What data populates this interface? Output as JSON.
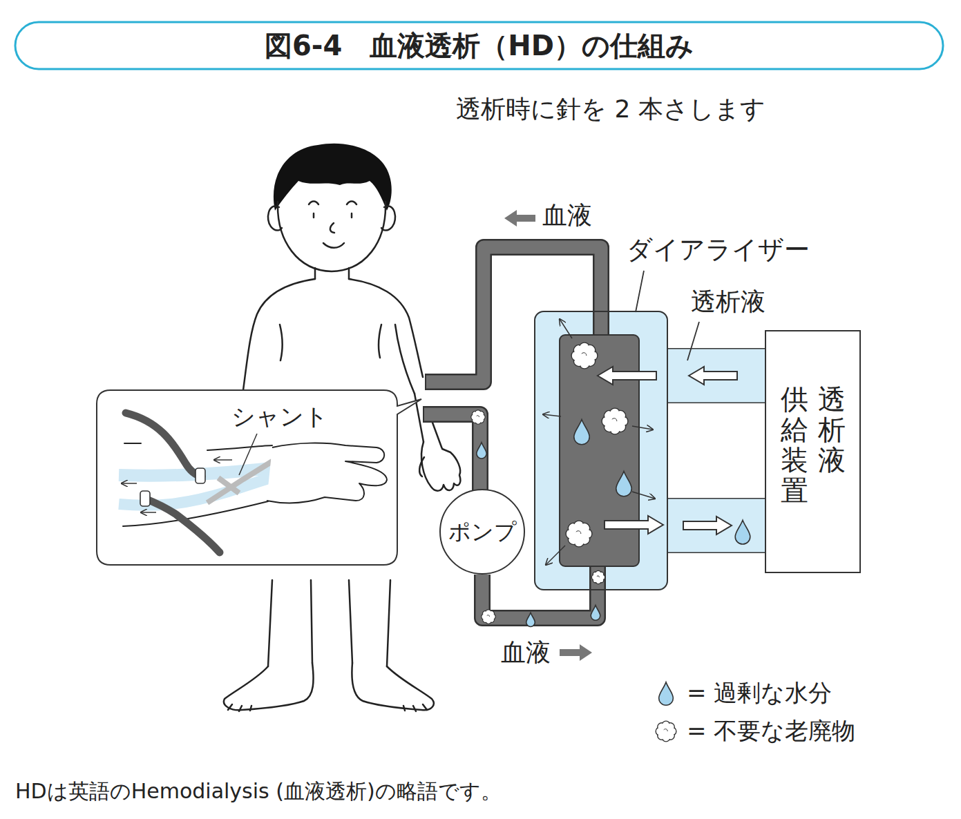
{
  "diagram": {
    "title": "図6-4　血液透析（HD）の仕組み",
    "caption": "HDは英語のHemodialysis (血液透析)の略語です。",
    "nodes": [
      {
        "text": [
          "シャント"
        ]
      },
      {
        "text": [
          "ポンプ"
        ]
      },
      {
        "text": [
          "ダイアライザー"
        ]
      },
      {
        "text": [
          "透析液",
          "供給装置"
        ]
      }
    ],
    "edges": [
      {
        "from": 1,
        "to": 2,
        "arrow": "none"
      },
      {
        "from": 3,
        "to": 2,
        "arrow": "to"
      },
      {
        "from": 2,
        "to": 3,
        "arrow": "to"
      }
    ],
    "labels": [
      "透析時に針を 2 本さします",
      "血液",
      "血液",
      "透析液"
    ],
    "legend": [
      {
        "text": "= 過剰な水分"
      },
      {
        "text": "= 不要な老廃物"
      }
    ]
  }
}
